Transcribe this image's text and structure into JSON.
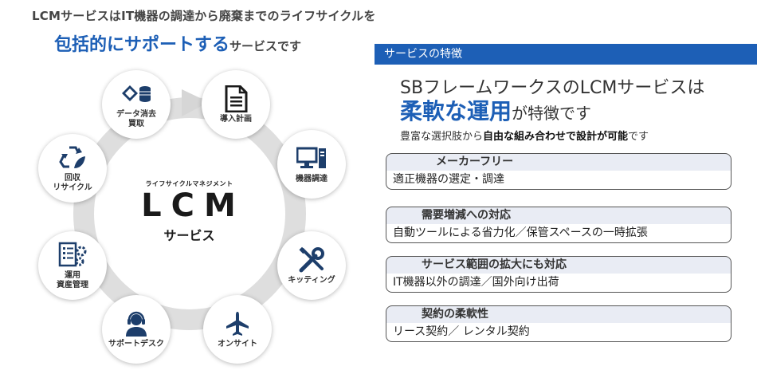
{
  "header": {
    "line1": "LCMサービスはIT機器の調達から廃棄までのライフサイクルを",
    "line2_big": "包括的にサポートする",
    "line2_small": "サービスです"
  },
  "cycle": {
    "center_sub": "ライフサイクルマネジメント",
    "center_main": "LCM",
    "center_service": "サービス",
    "nodes": [
      {
        "label": "導入計画",
        "icon": "document-icon"
      },
      {
        "label": "機器調達",
        "icon": "computer-icon"
      },
      {
        "label": "キッティング",
        "icon": "tools-icon"
      },
      {
        "label": "オンサイト",
        "icon": "airplane-icon"
      },
      {
        "label": "サポートデスク",
        "icon": "headset-operator-icon"
      },
      {
        "label": "運用\n資産管理",
        "icon": "checklist-gear-icon"
      },
      {
        "label": "回収\nリサイクル",
        "icon": "recycle-icon"
      },
      {
        "label": "データ消去\n買取",
        "icon": "eraser-coins-icon"
      }
    ]
  },
  "panel": {
    "header": "サービスの特徴",
    "title1": "SBフレームワークスのLCMサービスは",
    "title2_big": "柔軟な運用",
    "title2_rest": "が特徴です",
    "title3_pre": "豊富な選択肢から",
    "title3_bold": "自由な組み合わせで設計が可能",
    "title3_post": "です",
    "features": [
      {
        "title": "メーカーフリー",
        "body": "適正機器の選定・調達"
      },
      {
        "title": "需要増減への対応",
        "body": "自動ツールによる省力化／保管スペースの一時拡張"
      },
      {
        "title": "サービス範囲の拡大にも対応",
        "body": "IT機器以外の調達／国外向け出荷"
      },
      {
        "title": "契約の柔軟性",
        "body": "リース契約／ レンタル契約"
      }
    ]
  },
  "colors": {
    "brand_blue": "#1d5fb6",
    "ring_gray": "#dcdcdc",
    "feature_head_bg": "#e9ecf4"
  }
}
